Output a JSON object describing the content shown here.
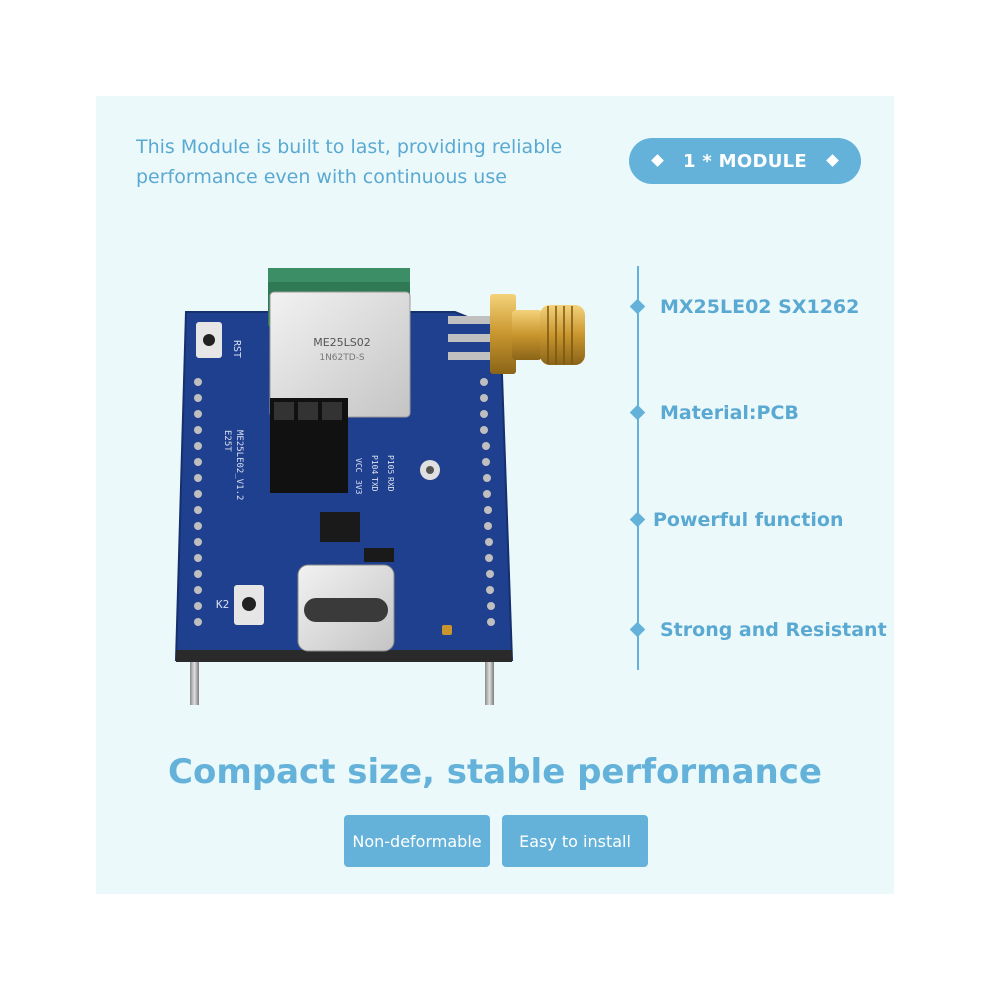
{
  "tagline": {
    "line1": "This Module is built to last, providing reliable",
    "line2": "performance even with continuous use"
  },
  "badge": {
    "label": "1 * MODULE"
  },
  "features": [
    {
      "label": "MX25LE02 SX1262"
    },
    {
      "label": "Material:PCB"
    },
    {
      "label": "Powerful function"
    },
    {
      "label": "Strong and Resistant"
    }
  ],
  "headline": "Compact size, stable performance",
  "buttons": [
    {
      "label": "Non-deformable"
    },
    {
      "label": "Easy to install"
    }
  ],
  "board": {
    "chip_line1": "ME25LS02",
    "chip_line2": "1N62TD-S",
    "rst_label": "RST",
    "k2_label": "K2",
    "silk_model": "ME25LE02_V1.2",
    "silk_e": "E25T",
    "pin_vcc": "VCC",
    "pin_3v3": "3V3",
    "pin_p104": "P104",
    "pin_txd": "TXD",
    "pin_p105": "P105",
    "pin_rxd": "RXD"
  },
  "colors": {
    "accent": "#64b2da",
    "panel_bg": "#ecf9fb",
    "pcb_blue": "#1f3f8f"
  }
}
